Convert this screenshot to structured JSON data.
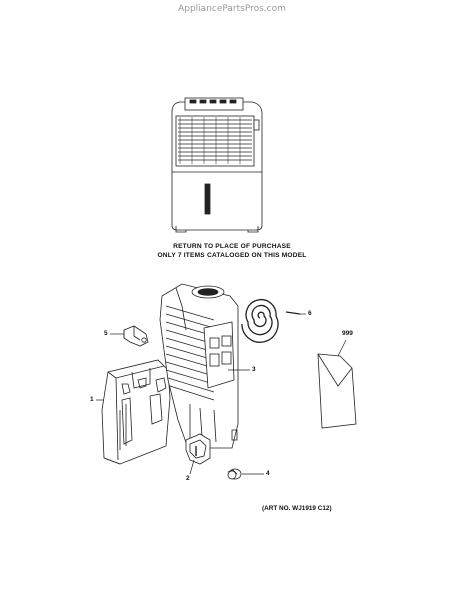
{
  "watermark": "AppliancePartsPros.com",
  "notice": {
    "line1": "RETURN TO PLACE OF PURCHASE",
    "line2": "ONLY 7 ITEMS CATALOGED ON THIS MODEL"
  },
  "art_number": "(ART NO. WJ1919 C12)",
  "callouts": [
    {
      "id": "1",
      "label": "1"
    },
    {
      "id": "2",
      "label": "2"
    },
    {
      "id": "3",
      "label": "3"
    },
    {
      "id": "4",
      "label": "4"
    },
    {
      "id": "5",
      "label": "5"
    },
    {
      "id": "6",
      "label": "6"
    },
    {
      "id": "999",
      "label": "999"
    }
  ]
}
